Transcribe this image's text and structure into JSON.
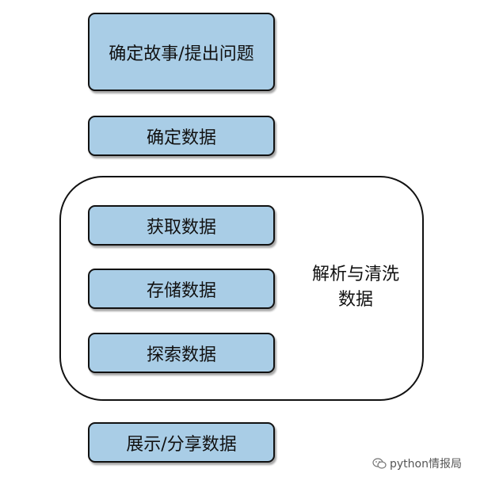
{
  "steps": {
    "define_story": "确定故事/提出问题",
    "define_data": "确定数据",
    "acquire_data": "获取数据",
    "store_data": "存储数据",
    "explore_data": "探索数据",
    "present_data": "展示/分享数据"
  },
  "group": {
    "label_line1": "解析与清洗",
    "label_line2": "数据"
  },
  "watermark": {
    "icon": "wechat-icon",
    "text": "python情报局"
  },
  "colors": {
    "box_fill": "#a9cde6",
    "border": "#111111"
  }
}
